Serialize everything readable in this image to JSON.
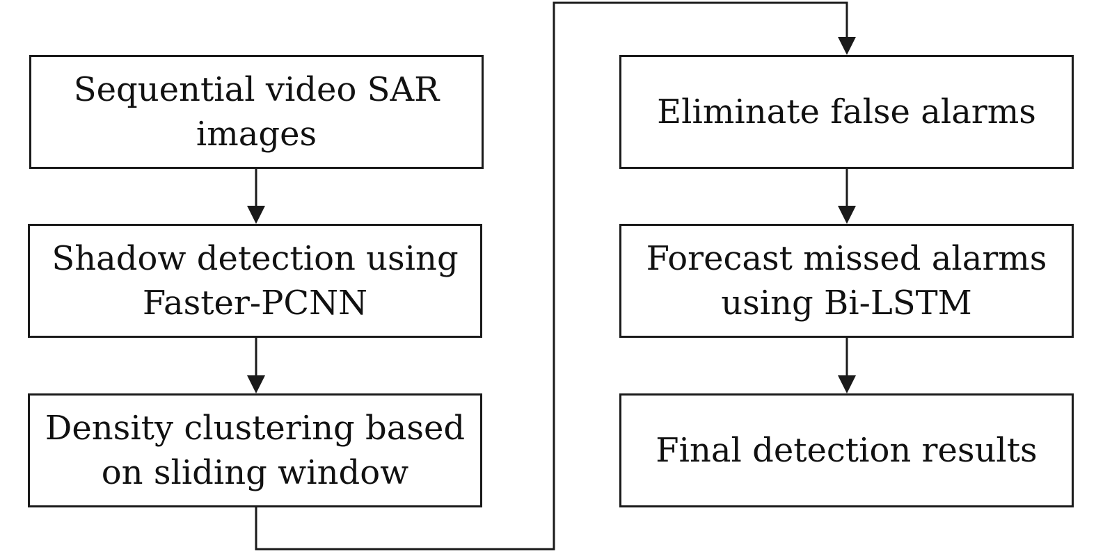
{
  "diagram": {
    "colors": {
      "stroke": "#1a1a1a",
      "text": "#111111",
      "background": "#ffffff"
    },
    "steps": [
      {
        "id": "sequential-video-sar",
        "label": "Sequential video SAR\nimages"
      },
      {
        "id": "shadow-detection",
        "label": "Shadow detection using\nFaster-PCNN"
      },
      {
        "id": "density-clustering",
        "label": "Density clustering based\non sliding window"
      },
      {
        "id": "eliminate-false-alarms",
        "label": "Eliminate false alarms"
      },
      {
        "id": "forecast-missed-alarms",
        "label": "Forecast missed alarms\nusing Bi-LSTM"
      },
      {
        "id": "final-results",
        "label": "Final detection results"
      }
    ],
    "edges": [
      {
        "from": "sequential-video-sar",
        "to": "shadow-detection"
      },
      {
        "from": "shadow-detection",
        "to": "density-clustering"
      },
      {
        "from": "density-clustering",
        "to": "eliminate-false-alarms"
      },
      {
        "from": "eliminate-false-alarms",
        "to": "forecast-missed-alarms"
      },
      {
        "from": "forecast-missed-alarms",
        "to": "final-results"
      }
    ]
  }
}
